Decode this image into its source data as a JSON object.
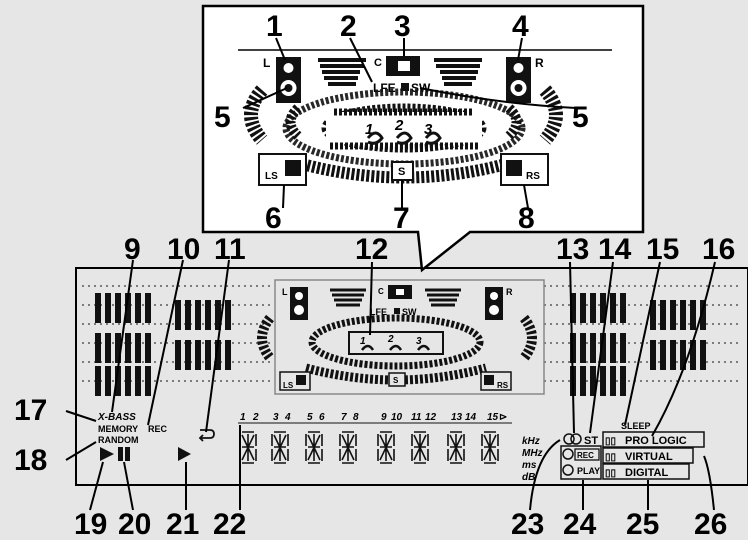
{
  "callouts": [
    "1",
    "2",
    "3",
    "4",
    "5",
    "5",
    "6",
    "7",
    "8",
    "9",
    "10",
    "11",
    "12",
    "13",
    "14",
    "15",
    "16",
    "17",
    "18",
    "19",
    "20",
    "21",
    "22",
    "23",
    "24",
    "25",
    "26"
  ],
  "speaker_labels": {
    "left": "L",
    "center": "C",
    "right": "R",
    "left_surround": "LS",
    "right_surround": "RS",
    "surround": "S",
    "lfe": "LFE",
    "subwoofer": "SW"
  },
  "sound_field_digits": [
    "1",
    "2",
    "3"
  ],
  "indicators": {
    "xbass": "X-BASS",
    "memory": "MEMORY",
    "rec_mode": "REC",
    "random": "RANDOM",
    "sleep": "SLEEP",
    "pro_logic": "PRO LOGIC",
    "virtual": "VIRTUAL",
    "digital": "DIGITAL",
    "stereo": "ST",
    "rec": "REC",
    "play": "PLAY"
  },
  "units": [
    "kHz",
    "MHz",
    "ms",
    "dB"
  ],
  "track_numbers": [
    "1",
    "2",
    "3",
    "4",
    "5",
    "6",
    "7",
    "8",
    "9",
    "10",
    "11",
    "12",
    "13",
    "14",
    "15"
  ],
  "overflow_arrow": "⊳"
}
